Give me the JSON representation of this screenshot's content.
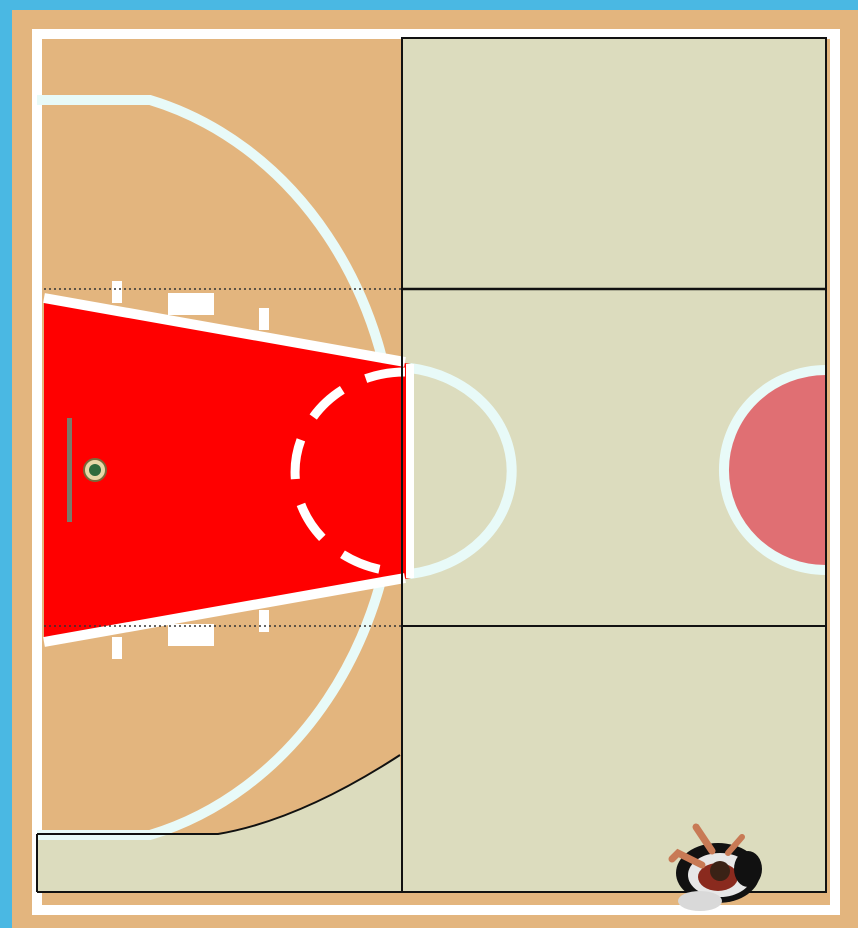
{
  "diagram": {
    "kind": "basketball half-court top-down view",
    "colors": {
      "frame_border": "#4ab8e3",
      "court_wood": "#e3b57e",
      "lines": "#ffffff",
      "arc_line": "#e8faf8",
      "zone_shade": "#dcdcbe",
      "key_paint": "#ff0000",
      "center_circle": "#e06f73",
      "grid_lines": "#111111",
      "rim": "#2f6b3c"
    },
    "regions": [
      "left-baseline-court",
      "shaded-zone-top",
      "shaded-zone-middle",
      "shaded-zone-bottom",
      "painted-key",
      "center-circle-half"
    ],
    "figure": "player-top-view"
  }
}
